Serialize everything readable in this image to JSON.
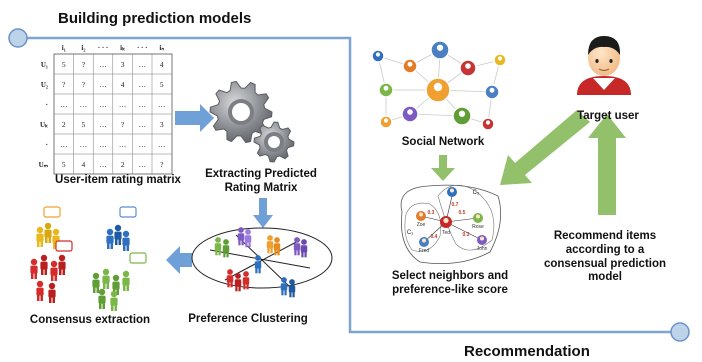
{
  "titles": {
    "building": "Building prediction models",
    "recommendation": "Recommendation"
  },
  "matrix": {
    "columns": [
      "i₁",
      "i₂",
      "· · ·",
      "iₖ",
      "· · ·",
      "iₙ"
    ],
    "rows": [
      {
        "user": "U₁",
        "cells": [
          "5",
          "?",
          "…",
          "3",
          "…",
          "4"
        ]
      },
      {
        "user": "U₂",
        "cells": [
          "?",
          "?",
          "…",
          "4",
          "…",
          "5"
        ]
      },
      {
        "user": "·",
        "cells": [
          "…",
          "…",
          "…",
          "…",
          "…",
          "…"
        ]
      },
      {
        "user": "Uₖ",
        "cells": [
          "2",
          "5",
          "…",
          "?",
          "…",
          "3"
        ]
      },
      {
        "user": "·",
        "cells": [
          "…",
          "…",
          "…",
          "…",
          "…",
          "…"
        ]
      },
      {
        "user": "Uₘ",
        "cells": [
          "5",
          "4",
          "…",
          "2",
          "…",
          "?"
        ]
      }
    ]
  },
  "labels": {
    "rating_matrix": "User-item rating matrix",
    "extracting": "Extracting Predicted Rating Matrix",
    "preference_clustering": "Preference Clustering",
    "consensus_extraction": "Consensus extraction",
    "social_network": "Social Network",
    "target_user": "Target user",
    "select_neighbors": "Select neighbors and preference-like score",
    "recommend_items": "Recommend items according  to a consensual prediction model"
  },
  "neighborhood": {
    "cluster_labels": [
      "C₁",
      "C₂"
    ],
    "names": [
      "Zoe",
      "Fred",
      "Rose",
      "John",
      "Ted"
    ],
    "scores": [
      "0.3",
      "0.4",
      "0.5",
      "0.3",
      "0.7"
    ]
  },
  "colors": {
    "frame": "#7fa4d2",
    "flow_arrow": "#6fa0d8",
    "recommend_arrow": "#93c06a",
    "node_fill": "#bcd3ea"
  }
}
